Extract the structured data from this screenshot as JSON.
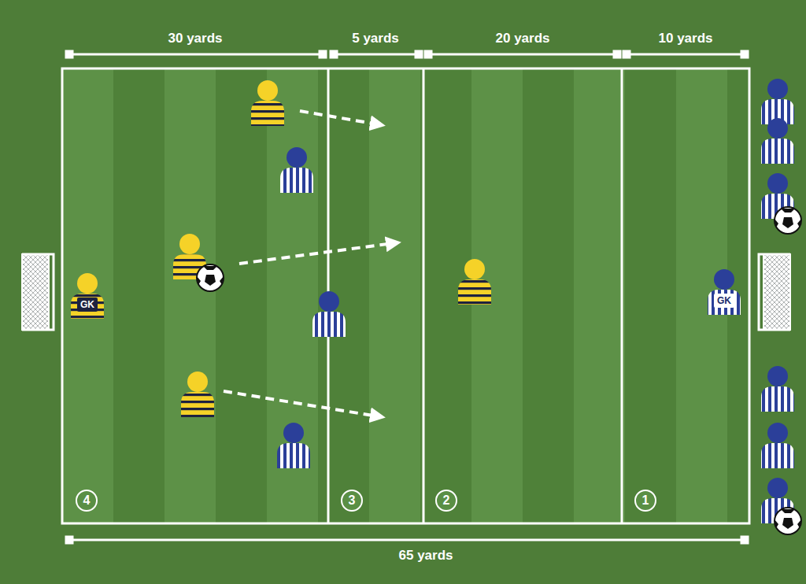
{
  "diagram": {
    "nodes": [
      {
        "text": [
          "GK"
        ]
      },
      {
        "text": [
          "GK"
        ]
      },
      {
        "text": [
          "4"
        ]
      },
      {
        "text": [
          "3"
        ]
      },
      {
        "text": [
          "2"
        ]
      },
      {
        "text": [
          "1"
        ]
      }
    ],
    "labels": [
      "30 yards",
      "5 yards",
      "20 yards",
      "10 yards",
      "65 yards"
    ]
  }
}
